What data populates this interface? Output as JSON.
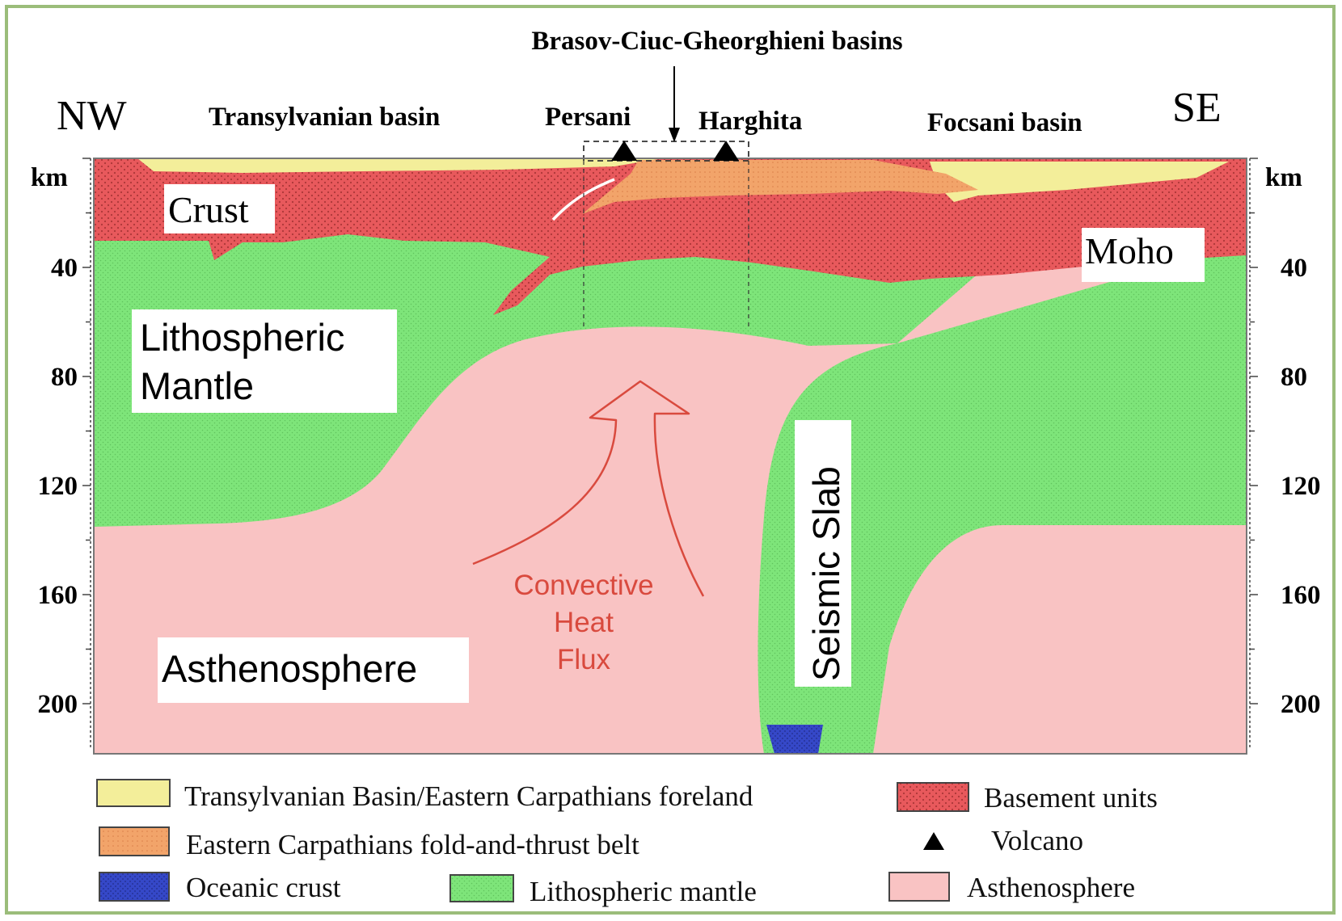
{
  "title": "Brasov-Ciuc-Gheorghieni basins",
  "directions": {
    "left": "NW",
    "right": "SE"
  },
  "top_labels": {
    "transylvanian": "Transylvanian basin",
    "persani": "Persani",
    "harghita": "Harghita",
    "focsani": "Focsani basin"
  },
  "axis": {
    "unit": "km",
    "ticks": [
      "40",
      "80",
      "120",
      "160",
      "200"
    ]
  },
  "region_labels": {
    "crust": "Crust",
    "moho": "Moho",
    "lith_line1": "Lithospheric",
    "lith_line2": "Mantle",
    "asthenosphere": "Asthenosphere",
    "seismic_slab": "Seismic Slab",
    "heat_line1": "Convective",
    "heat_line2": "Heat",
    "heat_line3": "Flux"
  },
  "legend": {
    "transylvanian_foreland": "Transylvanian Basin/Eastern Carpathians foreland",
    "basement": "Basement units",
    "fold_thrust": "Eastern Carpathians fold-and-thrust belt",
    "volcano": "Volcano",
    "oceanic": "Oceanic crust",
    "lith_mantle": "Lithospheric mantle",
    "asthenosphere": "Asthenosphere"
  },
  "colors": {
    "foreland": "#f3ee9a",
    "basement": "#e8595c",
    "fold_thrust": "#f2a46a",
    "oceanic": "#3548c8",
    "lith_mantle": "#7ee57a",
    "asthenosphere": "#f9c3c3",
    "heat_arrow": "#d94a3e",
    "frame": "#9bbd7a"
  }
}
